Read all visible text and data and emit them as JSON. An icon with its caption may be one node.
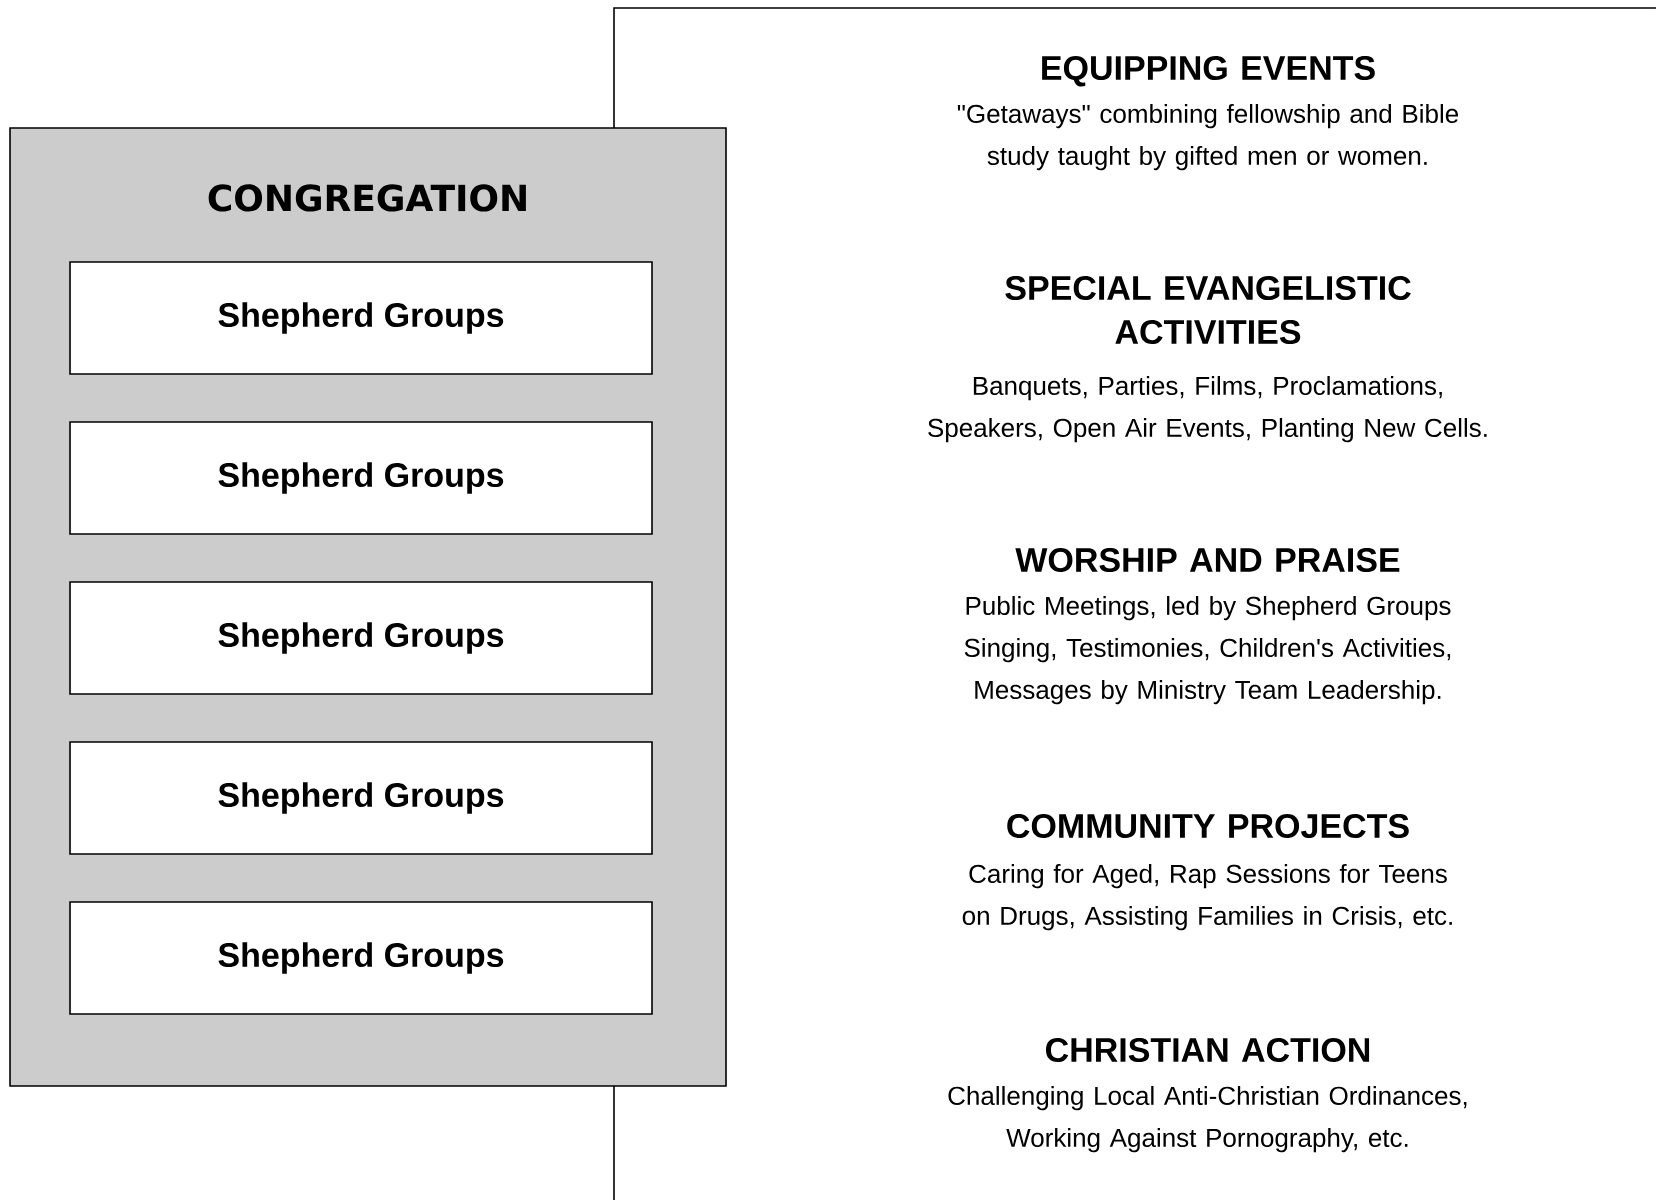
{
  "diagram": {
    "nodes": [
      {
        "text": [
          "CONGREGATION"
        ]
      },
      {
        "text": [
          "Shepherd Groups"
        ],
        "in": 0
      },
      {
        "text": [
          "Shepherd Groups"
        ],
        "in": 0
      },
      {
        "text": [
          "Shepherd Groups"
        ],
        "in": 0
      },
      {
        "text": [
          "Shepherd Groups"
        ],
        "in": 0
      },
      {
        "text": [
          "Shepherd Groups"
        ],
        "in": 0
      }
    ],
    "labels": [
      "EQUIPPING EVENTS",
      "\"Getaways\" combining fellowship and Bible study taught by gifted men or women.",
      "SPECIAL EVANGELISTIC ACTIVITIES",
      "Banquets, Parties, Films, Proclamations, Speakers, Open Air Events, Planting New Cells.",
      "WORSHIP AND PRAISE",
      "Public Meetings, led by Shepherd Groups Singing, Testimonies, Children's Activities, Messages by Ministry Team Leadership.",
      "COMMUNITY PROJECTS",
      "Caring for Aged, Rap Sessions for Teens on Drugs, Assisting Families in Crisis, etc.",
      "CHRISTIAN ACTION",
      "Challenging Local Anti-Christian Ordinances, Working Against Pornography, etc."
    ]
  }
}
